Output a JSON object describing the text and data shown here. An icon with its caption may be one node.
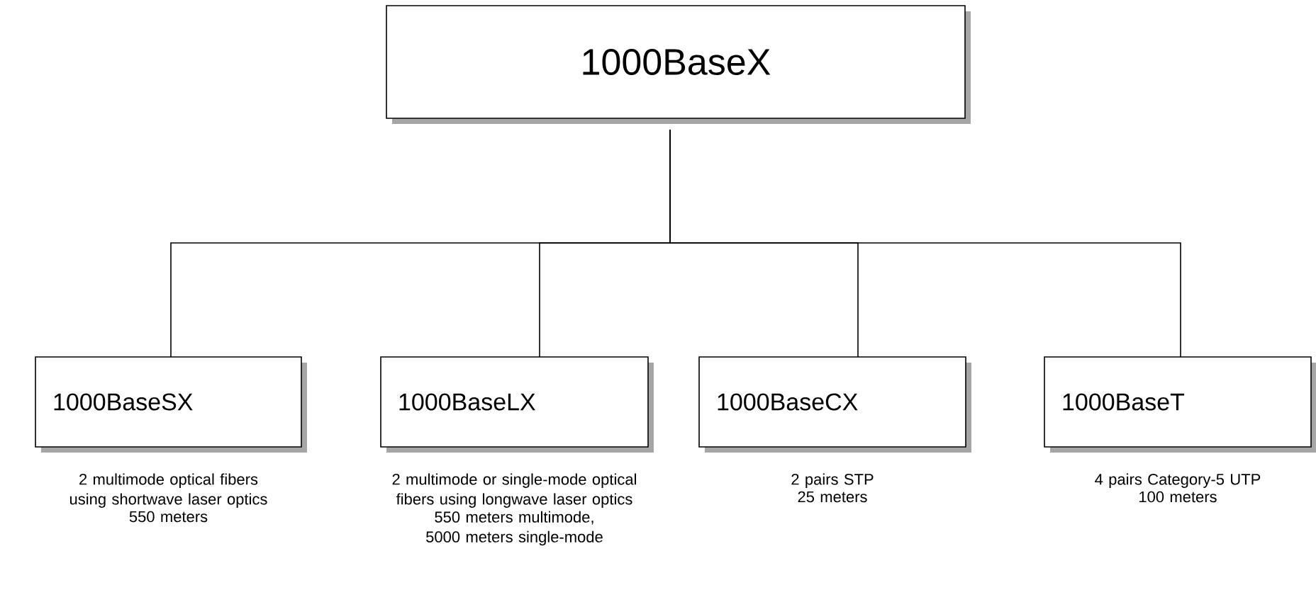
{
  "diagram": {
    "nodes": [
      {
        "text": [
          "1000BaseX"
        ]
      },
      {
        "text": [
          "1000BaseSX"
        ],
        "beside": [
          "2 multimode optical fibers using shortwave laser optics",
          "550 meters"
        ]
      },
      {
        "text": [
          "1000BaseLX"
        ],
        "beside": [
          "2 multimode or single-mode optical fibers using longwave laser optics",
          "550 meters multimode, 5000 meters single-mode"
        ]
      },
      {
        "text": [
          "1000BaseCX"
        ],
        "beside": [
          "2 pairs STP",
          "25 meters"
        ]
      },
      {
        "text": [
          "1000BaseT"
        ],
        "beside": [
          "4 pairs Category-5 UTP",
          "100 meters"
        ]
      }
    ],
    "edges": [
      {
        "from": 0,
        "to": 1,
        "arrow": "none"
      },
      {
        "from": 0,
        "to": 2,
        "arrow": "none"
      },
      {
        "from": 0,
        "to": 3,
        "arrow": "none"
      },
      {
        "from": 0,
        "to": 4,
        "arrow": "none"
      }
    ]
  }
}
